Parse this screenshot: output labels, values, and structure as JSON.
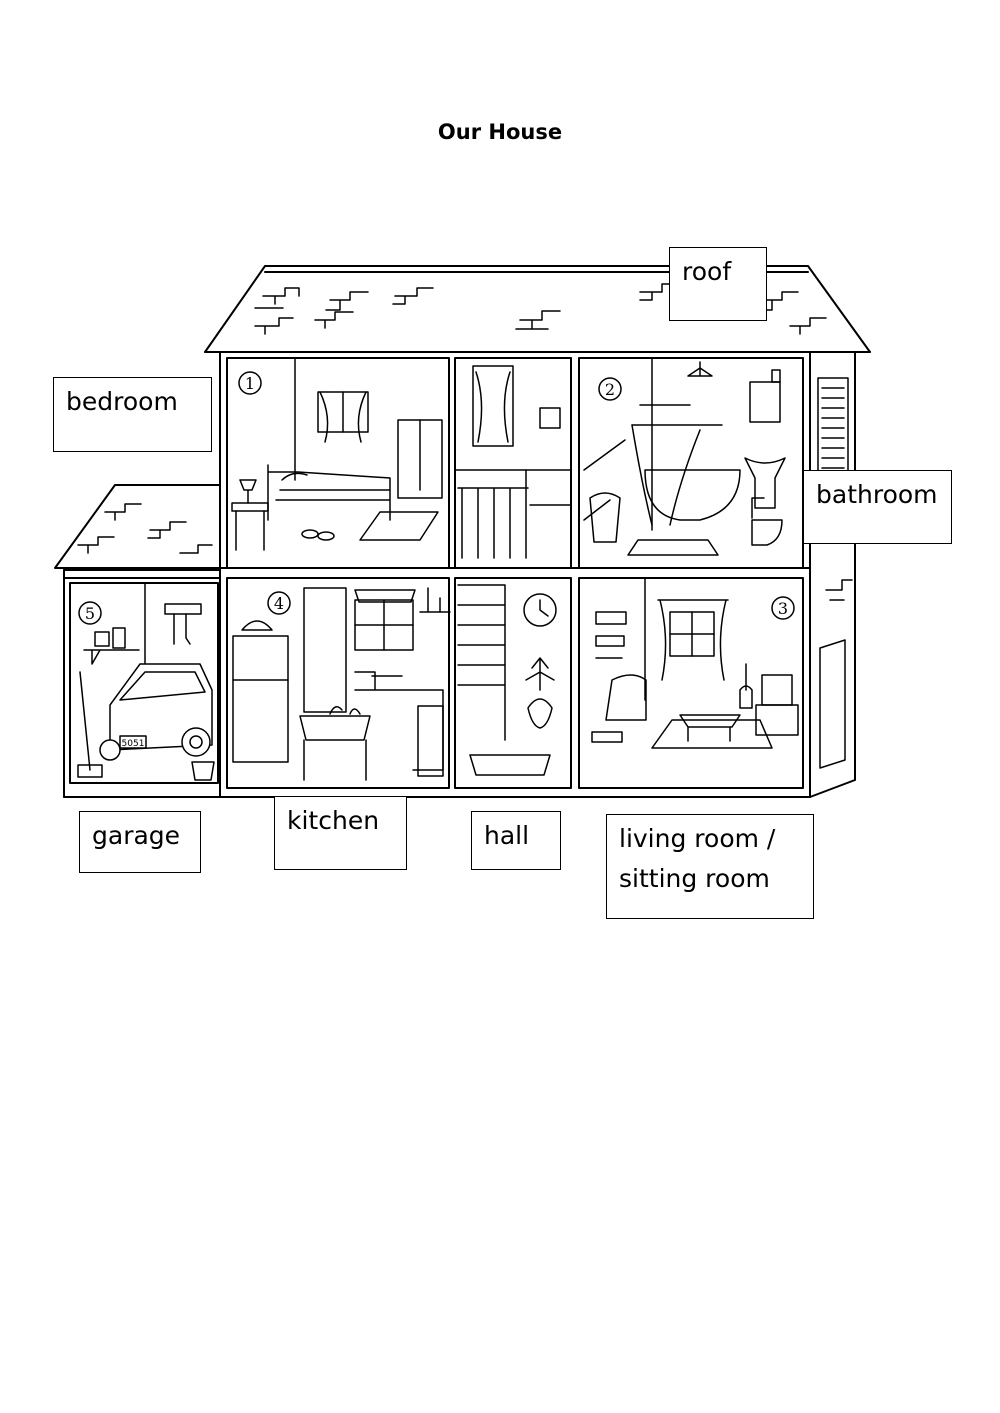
{
  "title": "Our House",
  "labels": {
    "roof": "roof",
    "bedroom": "bedroom",
    "bathroom": "bathroom",
    "garage": "garage",
    "kitchen": "kitchen",
    "hall": "hall",
    "living_room": "living room /",
    "sitting_room": "sitting room"
  },
  "room_numbers": {
    "bedroom": "1",
    "bathroom": "2",
    "living_room": "3",
    "kitchen": "4",
    "garage": "5"
  },
  "car_plate": "5051"
}
